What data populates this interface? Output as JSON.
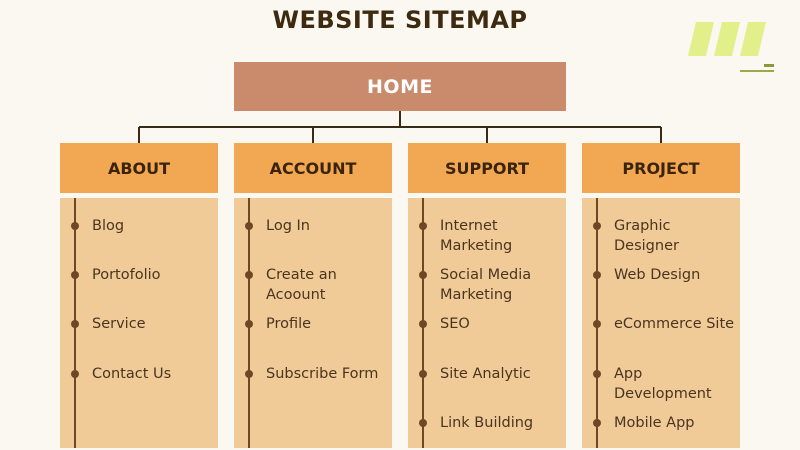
{
  "title": "WEBSITE SITEMAP",
  "home": "HOME",
  "logo": {
    "name": "site-logo",
    "color": "#e1f08a"
  },
  "colors": {
    "home": "#c98b6c",
    "header": "#f2a752",
    "body": "#f0cb97",
    "line": "#3a2a18"
  },
  "sections": [
    {
      "label": "ABOUT",
      "items": [
        "Blog",
        "Portofolio",
        "Service",
        "Contact Us"
      ]
    },
    {
      "label": "ACCOUNT",
      "items": [
        "Log In",
        "Create an Acoount",
        "Profile",
        "Subscribe Form"
      ]
    },
    {
      "label": "SUPPORT",
      "items": [
        "Internet Marketing",
        "Social Media Marketing",
        "SEO",
        "Site Analytic",
        "Link Building"
      ]
    },
    {
      "label": "PROJECT",
      "items": [
        "Graphic Designer",
        "Web Design",
        "eCommerce Site",
        "App Development",
        "Mobile App"
      ]
    }
  ]
}
